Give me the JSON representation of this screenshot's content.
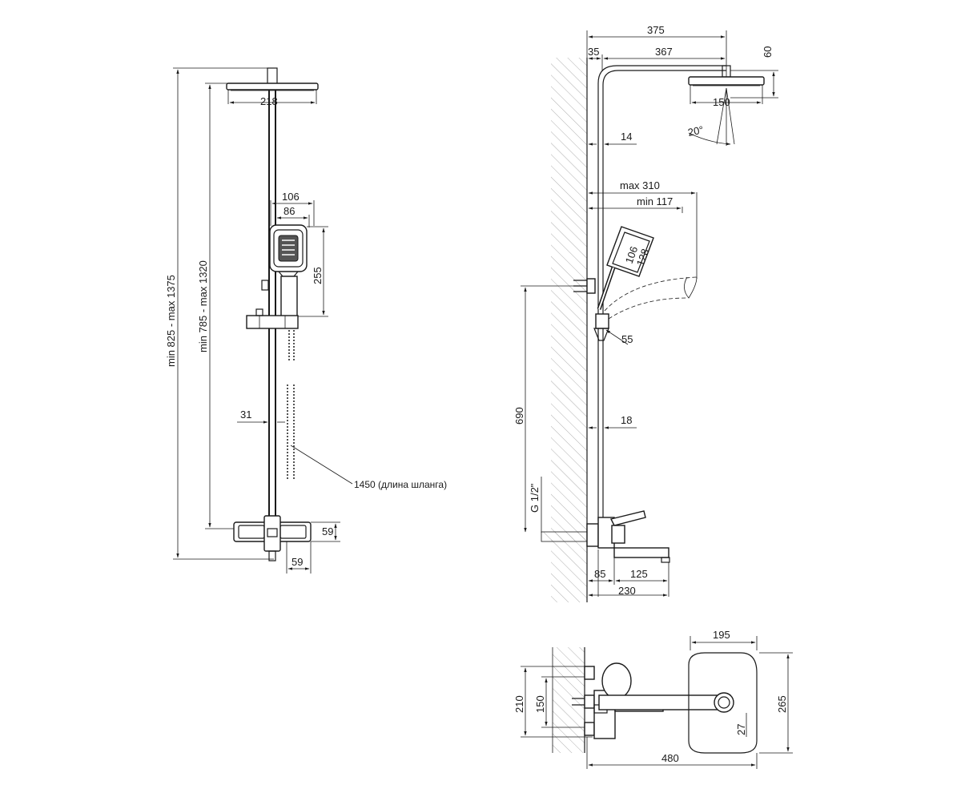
{
  "front_view": {
    "dim_head_width": "218",
    "dim_total_height": "min 825 - max 1375",
    "dim_bar_height": "min 785 - max 1320",
    "dim_hand_outer": "106",
    "dim_hand_inner": "86",
    "dim_hand_height": "255",
    "dim_pipe": "31",
    "hose_note": "1450 (длина шланга)",
    "dim_mixer_height": "59",
    "dim_mixer_width": "59"
  },
  "side_view": {
    "dim_total_reach": "375",
    "dim_wall_gap": "35",
    "dim_arm": "367",
    "dim_head_drop": "60",
    "dim_head": "150",
    "dim_angle": "20°",
    "dim_pipe_upper": "14",
    "dim_hand_max": "max 310",
    "dim_hand_min": "min 117",
    "dim_hand_inner": "106",
    "dim_hand_outer": "128",
    "dim_holder": "55",
    "dim_mount_height": "690",
    "dim_pipe_lower": "18",
    "dim_thread": "G 1/2\"",
    "dim_offset": "85",
    "dim_spout": "125",
    "dim_total_depth": "230"
  },
  "top_view": {
    "dim_head_width": "195",
    "dim_outer": "210",
    "dim_inner": "150",
    "dim_head_height": "265",
    "dim_small": "27",
    "dim_total": "480"
  }
}
